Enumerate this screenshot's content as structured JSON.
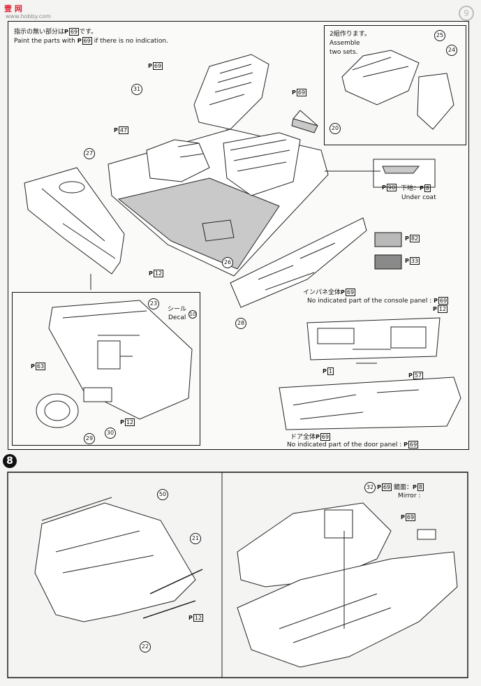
{
  "watermark": {
    "brand": "壹 网",
    "url": "www.hobby.com"
  },
  "page_number": "9",
  "step8": {
    "label": "8"
  },
  "note": {
    "ja": "指示の無い部分は",
    "ja_code": "69",
    "ja_end": "です。",
    "en": "Paint the parts with",
    "en_code": "69",
    "en_end": "if there is no indication."
  },
  "assemble": {
    "ja": "2組作ります。",
    "en1": "Assemble",
    "en2": "two sets."
  },
  "parts": {
    "p25": "25",
    "p24": "24",
    "p31": "31",
    "p27": "27",
    "p20": "20",
    "p26": "26",
    "p28": "28",
    "p23": "23",
    "p29": "29",
    "p30": "30",
    "p50": "50",
    "p21": "21",
    "p22": "22",
    "p32": "32"
  },
  "paint": {
    "prefix": "P",
    "c69": "69",
    "c47": "47",
    "c12": "12",
    "c90": "90",
    "c8": "8",
    "c82": "82",
    "c33": "33",
    "c1": "1",
    "c57": "57",
    "c63": "63"
  },
  "labels": {
    "undercoat_ja": "下地：",
    "undercoat_en": "Under coat",
    "decal_ja": "シール",
    "decal_en": "Decal",
    "decal_num": "10",
    "console_ja": "インパネ全体",
    "console_en": "No indicated part of the console panel :",
    "door_ja": "ドア全体",
    "door_en": "No indicated part of the door panel :",
    "mirror_ja": "鏡面：",
    "mirror_en": "Mirror :"
  },
  "colors": {
    "light_swatch": "#b9b9b9",
    "dark_swatch": "#8a8a8a",
    "floor_gray": "#c4c4c4"
  }
}
